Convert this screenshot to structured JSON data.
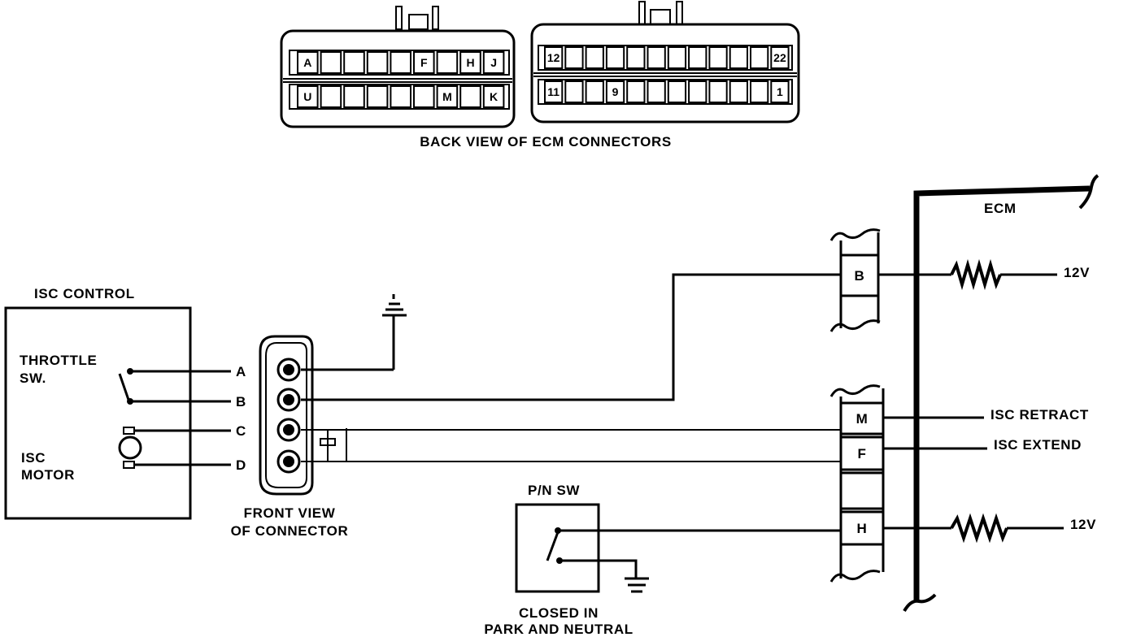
{
  "ecm_connectors": {
    "caption": "BACK VIEW OF ECM CONNECTORS",
    "left_top": [
      "A",
      "",
      "",
      "",
      "",
      "F",
      "",
      "H",
      "J"
    ],
    "left_bottom": [
      "U",
      "",
      "",
      "",
      "",
      "",
      "M",
      "",
      "K"
    ],
    "right_top": [
      "12",
      "",
      "",
      "",
      "",
      "",
      "",
      "",
      "",
      "",
      "",
      "22"
    ],
    "right_bottom": [
      "11",
      "",
      "",
      "9",
      "",
      "",
      "",
      "",
      "",
      "",
      "",
      "1"
    ]
  },
  "isc_control": {
    "title": "ISC CONTROL",
    "throttle_sw": [
      "THROTTLE",
      "SW."
    ],
    "isc_motor": [
      "ISC",
      "MOTOR"
    ],
    "pins": [
      "A",
      "B",
      "C",
      "D"
    ]
  },
  "front_connector": {
    "caption": [
      "FRONT VIEW",
      "OF CONNECTOR"
    ]
  },
  "ecm": {
    "label": "ECM",
    "pin_b": "B",
    "pin_m": "M",
    "pin_f": "F",
    "pin_h": "H",
    "v12_top": "12V",
    "v12_bottom": "12V",
    "isc_retract": "ISC RETRACT",
    "isc_extend": "ISC EXTEND"
  },
  "pn_switch": {
    "title": "P/N SW",
    "caption": [
      "CLOSED IN",
      "PARK AND NEUTRAL"
    ]
  },
  "colors": {
    "line": "#000000",
    "background": "#ffffff"
  },
  "icons": [
    "ground-symbol-icon",
    "resistor-icon",
    "motor-icon",
    "switch-icon"
  ]
}
